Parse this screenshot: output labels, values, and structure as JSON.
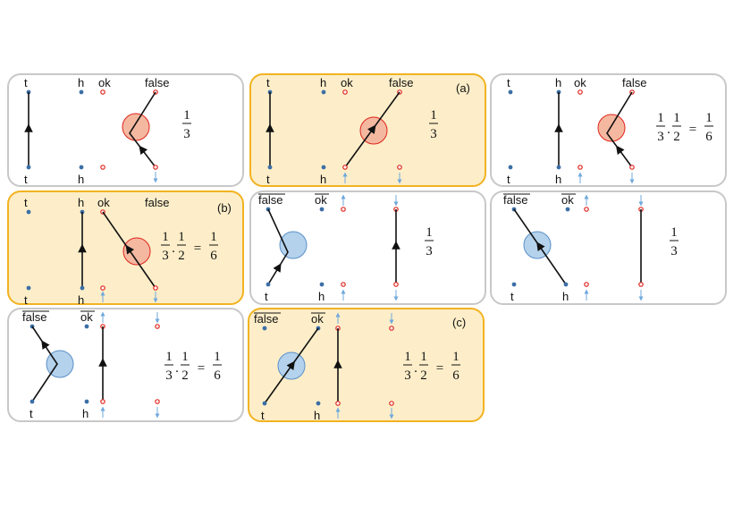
{
  "colors": {
    "panel_border": "#c8c8c8",
    "highlight_border": "#f2b320",
    "highlight_fill": "#fdeec9",
    "red_circle_fill": "#f4b8a0",
    "red_circle_stroke": "#e0231b",
    "blue_circle_fill": "#b4d2ec",
    "blue_circle_stroke": "#5a8fc8",
    "blue_dot": "#3c6fa6",
    "red_dot": "#e0231b",
    "blue_arrow": "#6fa8dc",
    "edge": "#111111"
  },
  "labels": {
    "t": "t",
    "h": "h",
    "ok": "ok",
    "false": "false"
  },
  "tags": {
    "a": "(a)",
    "b": "(b)",
    "c": "(c)"
  },
  "fractions": {
    "one": "1",
    "three": "3",
    "two": "2",
    "six": "6",
    "dot": ".",
    "equals": "="
  }
}
